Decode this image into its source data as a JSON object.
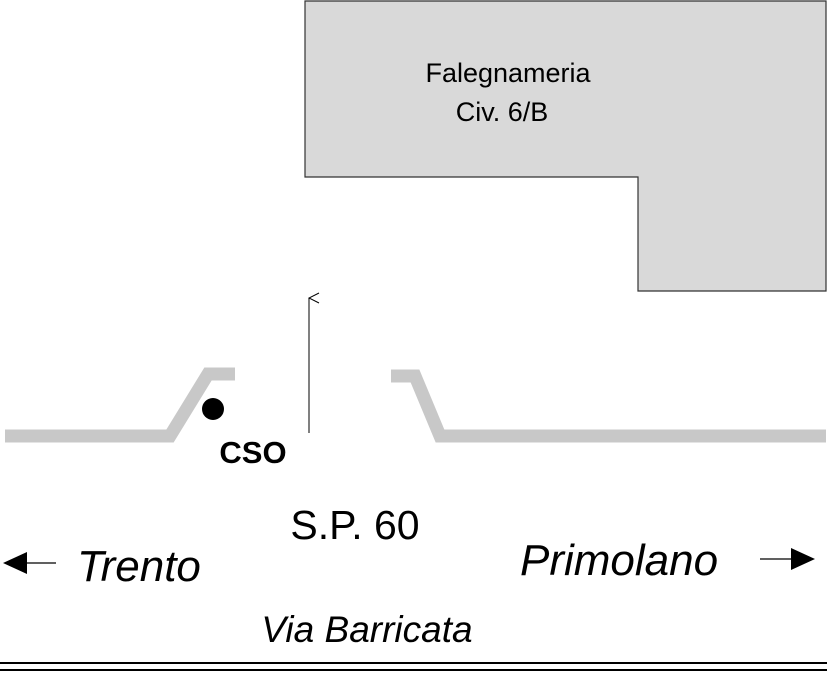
{
  "building": {
    "name": "Falegnameria",
    "number": "Civ. 6/B",
    "fill": "#d9d9d9"
  },
  "marker": {
    "label": "CSO"
  },
  "road": {
    "name": "S.P. 60",
    "street": "Via Barricata",
    "edge_color": "#c8c8c8"
  },
  "directions": {
    "left": "Trento",
    "right": "Primolano"
  },
  "icons": [
    "arrow-left-icon",
    "arrow-right-icon",
    "arrow-up-icon"
  ]
}
